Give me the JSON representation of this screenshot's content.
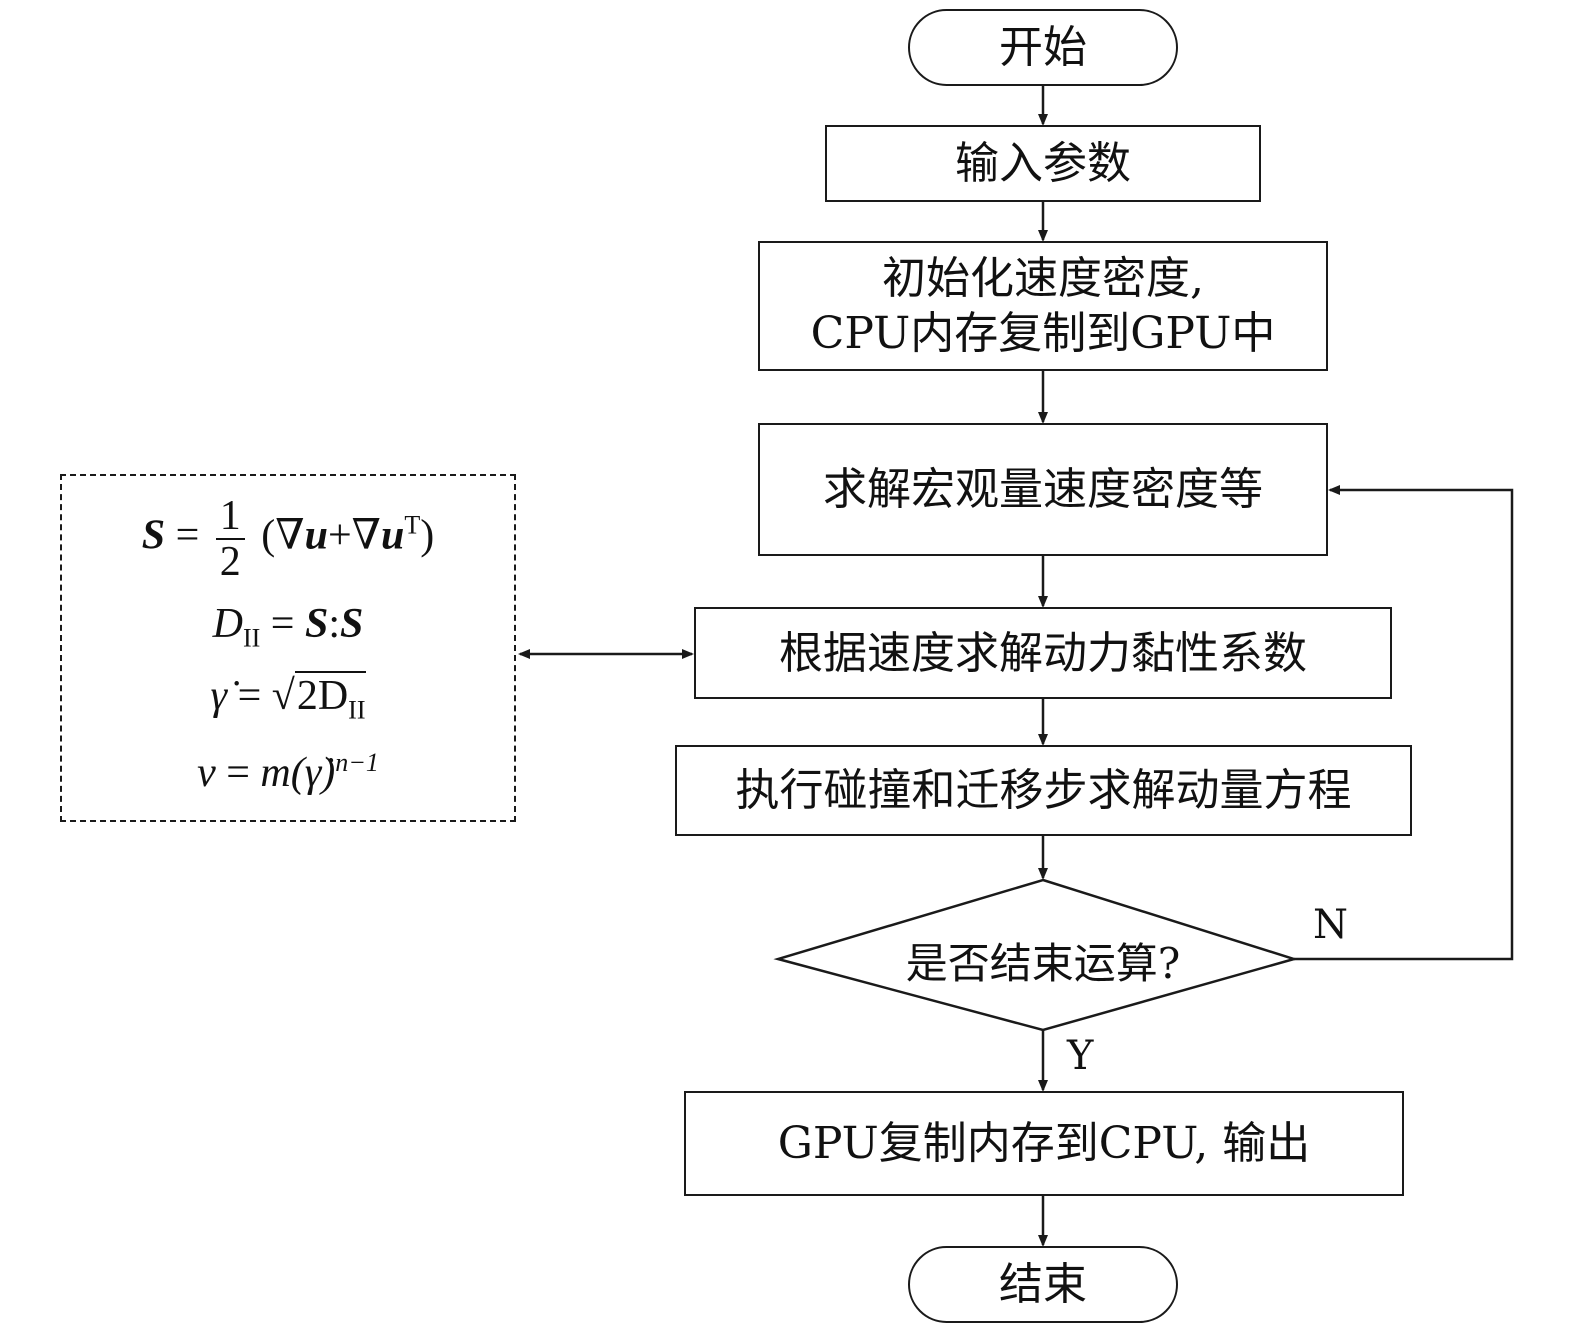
{
  "flowchart": {
    "start": "开始",
    "input": "输入参数",
    "init_line1": "初始化速度密度,",
    "init_line2": "CPU内存复制到GPU中",
    "solve_macro": "求解宏观量速度密度等",
    "viscosity": "根据速度求解动力黏性系数",
    "collision": "执行碰撞和迁移步求解动量方程",
    "decision": "是否结束运算?",
    "no_label": "N",
    "yes_label": "Y",
    "output": "GPU复制内存到CPU, 输出",
    "end": "结束"
  },
  "formulas": {
    "f1_lhs": "S",
    "f1_eq": "=",
    "f1_num": "1",
    "f1_den": "2",
    "f1_rhs_open": "(∇",
    "f1_u1": "u",
    "f1_plus": "+∇",
    "f1_u2": "u",
    "f1_T": "T",
    "f1_close": ")",
    "f2_D": "D",
    "f2_sub": "II",
    "f2_eq": " = ",
    "f2_S1": "S",
    "f2_colon": ":",
    "f2_S2": "S",
    "f3_gamma": "γ̇",
    "f3_eq": " = √",
    "f3_rad": "2D",
    "f3_sub": "II",
    "f4_v": "v",
    "f4_eq": " = ",
    "f4_m": "m",
    "f4_paren": "(γ̇)",
    "f4_exp": "n−1"
  }
}
